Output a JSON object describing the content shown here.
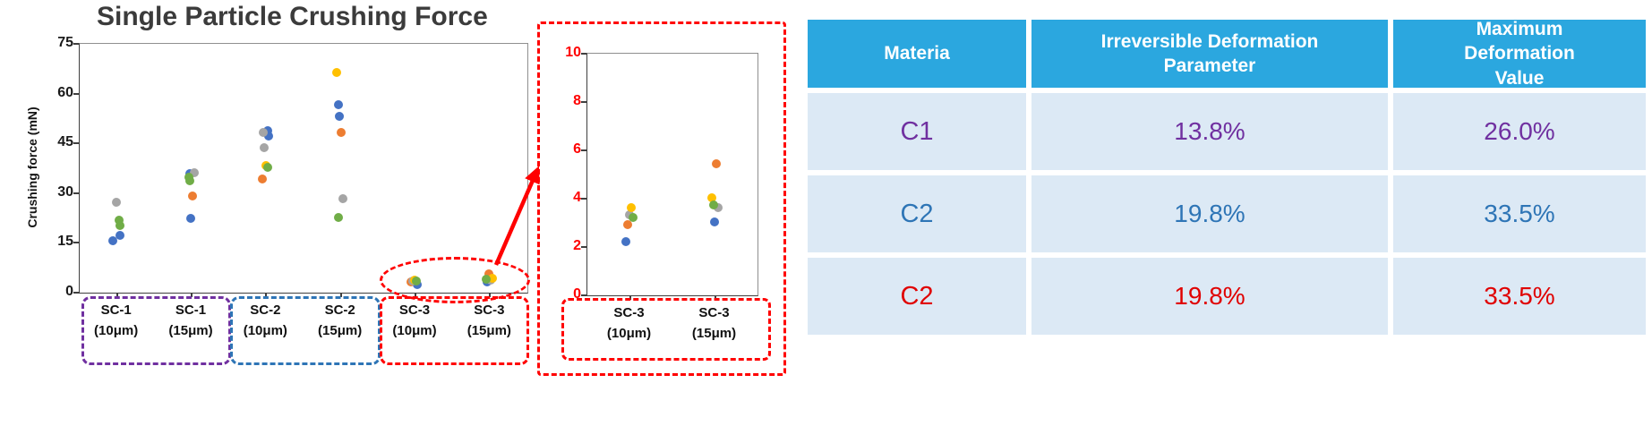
{
  "figure": {
    "title": "Single Particle Crushing Force"
  },
  "chart_data": [
    {
      "id": "main-scatter",
      "type": "scatter",
      "title": "Single Particle Crushing Force",
      "xlabel": "",
      "ylabel": "Crushing force (mN)",
      "ylim": [
        0,
        75
      ],
      "yticks": [
        0,
        15,
        30,
        45,
        60,
        75
      ],
      "grid": false,
      "legend": "none",
      "categories": [
        "SC-1\n(10μm)",
        "SC-1\n(15μm)",
        "SC-2\n(10μm)",
        "SC-2\n(15μm)",
        "SC-3\n(10μm)",
        "SC-3\n(15μm)"
      ],
      "series": [
        {
          "name": "series-blue",
          "color": "#4472C4",
          "values": [
            [
              15.5,
              17
            ],
            [
              22,
              35.5
            ],
            [
              47,
              48.5
            ],
            [
              53,
              56.5
            ],
            [
              2.2
            ],
            [
              3
            ]
          ]
        },
        {
          "name": "series-orange",
          "color": "#ED7D31",
          "values": [
            [],
            [
              29
            ],
            [
              34
            ],
            [
              48
            ],
            [
              2.9
            ],
            [
              5.4
            ]
          ]
        },
        {
          "name": "series-gray",
          "color": "#A5A5A5",
          "values": [
            [
              27
            ],
            [
              36
            ],
            [
              43.5,
              48
            ],
            [
              28
            ],
            [
              3.3
            ],
            [
              3.6
            ]
          ]
        },
        {
          "name": "series-yellow",
          "color": "#FFC000",
          "values": [
            [],
            [],
            [
              38
            ],
            [
              66
            ],
            [
              3.6
            ],
            [
              4
            ]
          ]
        },
        {
          "name": "series-green",
          "color": "#70AD47",
          "values": [
            [
              20,
              21.5
            ],
            [
              33.5,
              34.5
            ],
            [
              37.5
            ],
            [
              22.5
            ],
            [
              3.2
            ],
            [
              3.7
            ]
          ]
        }
      ],
      "annotations": {
        "group_boxes": [
          {
            "name": "sc1",
            "color": "#7030A0",
            "from_cat": 0,
            "to_cat": 1
          },
          {
            "name": "sc2",
            "color": "#2E75B6",
            "from_cat": 2,
            "to_cat": 3
          },
          {
            "name": "sc3",
            "color": "#FF0000",
            "from_cat": 4,
            "to_cat": 5
          }
        ],
        "zoom_ellipse_color": "#FF0000",
        "zoom_arrow_color": "#FF0000"
      }
    },
    {
      "id": "inset-scatter",
      "type": "scatter",
      "title": "",
      "xlabel": "",
      "ylabel": "",
      "ylim": [
        0,
        10
      ],
      "yticks": [
        0,
        2,
        4,
        6,
        8,
        10
      ],
      "ytick_color": "#FF0000",
      "border_color": "#FF0000",
      "label_box_color": "#FF0000",
      "grid": false,
      "legend": "none",
      "categories": [
        "SC-3\n(10μm)",
        "SC-3\n(15μm)"
      ],
      "series": [
        {
          "name": "series-blue",
          "color": "#4472C4",
          "values": [
            [
              2.2
            ],
            [
              3
            ]
          ]
        },
        {
          "name": "series-orange",
          "color": "#ED7D31",
          "values": [
            [
              2.9
            ],
            [
              5.4
            ]
          ]
        },
        {
          "name": "series-gray",
          "color": "#A5A5A5",
          "values": [
            [
              3.3
            ],
            [
              3.6
            ]
          ]
        },
        {
          "name": "series-yellow",
          "color": "#FFC000",
          "values": [
            [
              3.6
            ],
            [
              4
            ]
          ]
        },
        {
          "name": "series-green",
          "color": "#70AD47",
          "values": [
            [
              3.2
            ],
            [
              3.7
            ]
          ]
        }
      ]
    }
  ],
  "table": {
    "header_bg": "#2BA7DF",
    "header_text_color": "#FFFFFF",
    "cell_bg": "#DCE9F5",
    "columns": [
      "Materia",
      "Irreversible Deformation Parameter",
      "Maximum Deformation Value"
    ],
    "rows": [
      {
        "material": "C1",
        "irreversible": "13.8%",
        "maximum": "26.0%",
        "color": "#7030A0"
      },
      {
        "material": "C2",
        "irreversible": "19.8%",
        "maximum": "33.5%",
        "color": "#2E75B6"
      },
      {
        "material": "C2",
        "irreversible": "19.8%",
        "maximum": "33.5%",
        "color": "#E00000"
      }
    ]
  }
}
